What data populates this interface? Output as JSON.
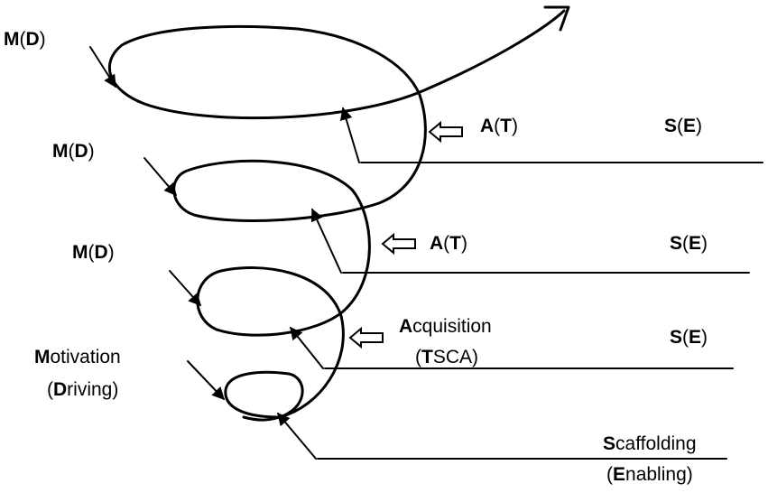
{
  "labels": {
    "top_motivation": {
      "bold": "M",
      "open": "(",
      "bold2": "D",
      "close": ")"
    },
    "second_motivation": {
      "bold": "M",
      "open": "(",
      "bold2": "D",
      "close": ")"
    },
    "third_motivation": {
      "bold": "M",
      "open": "(",
      "bold2": "D",
      "close": ")"
    },
    "motivation_full": {
      "bold": "M",
      "rest": "otivation",
      "open": "(",
      "bold2": "D",
      "rest2": "riving)"
    },
    "top_acquisition": {
      "bold": "A",
      "open": "(",
      "bold2": "T",
      "close": ")"
    },
    "second_acquisition": {
      "bold": "A",
      "open": "(",
      "bold2": "T",
      "close": ")"
    },
    "acquisition_full": {
      "bold": "A",
      "rest": "cquisition",
      "open": "(",
      "bold2": "T",
      "rest2": "SCA)"
    },
    "top_scaffolding": {
      "bold": "S",
      "open": "(",
      "bold2": "E",
      "close": ")"
    },
    "second_scaffolding": {
      "bold": "S",
      "open": "(",
      "bold2": "E",
      "close": ")"
    },
    "third_scaffolding": {
      "bold": "S",
      "open": "(",
      "bold2": "E",
      "close": ")"
    },
    "scaffolding_full": {
      "bold": "S",
      "rest": "caffolding",
      "open": "(",
      "bold2": "E",
      "rest2": "nabling)"
    }
  }
}
